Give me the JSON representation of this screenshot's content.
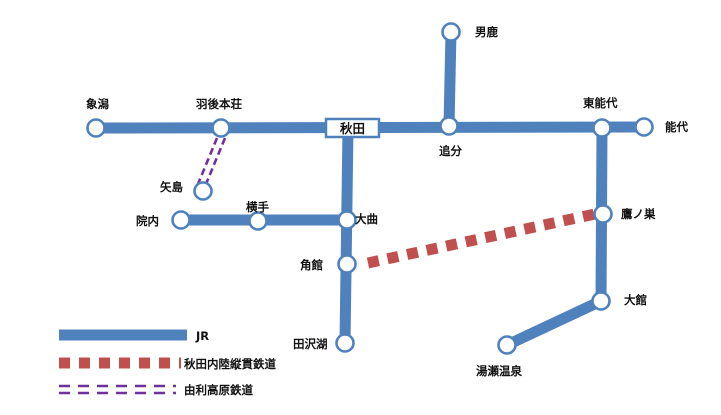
{
  "colors": {
    "jr": "#4f81bd",
    "jr_node_stroke": "#4f81bd",
    "node_fill": "#ffffff",
    "nairiku": "#c0504d",
    "yuri": "#7030a0",
    "hub_box_stroke": "#4f81bd",
    "text": "#111111"
  },
  "stations": {
    "oga": "男鹿",
    "kisakata": "象潟",
    "ugohonjo": "羽後本荘",
    "akita": "秋田",
    "oiwake": "追分",
    "higashinoshiro": "東能代",
    "noshiro": "能代",
    "yashima": "矢島",
    "innai": "院内",
    "yokote": "横手",
    "omagari": "大曲",
    "takanosu": "鷹ノ巣",
    "kakunodate": "角館",
    "odate": "大館",
    "tazawako": "田沢湖",
    "yuzeonsen": "湯瀬温泉"
  },
  "legend": {
    "jr": "JR",
    "nairiku": "秋田内陸縦貫鉄道",
    "yuri": "由利高原鉄道"
  }
}
